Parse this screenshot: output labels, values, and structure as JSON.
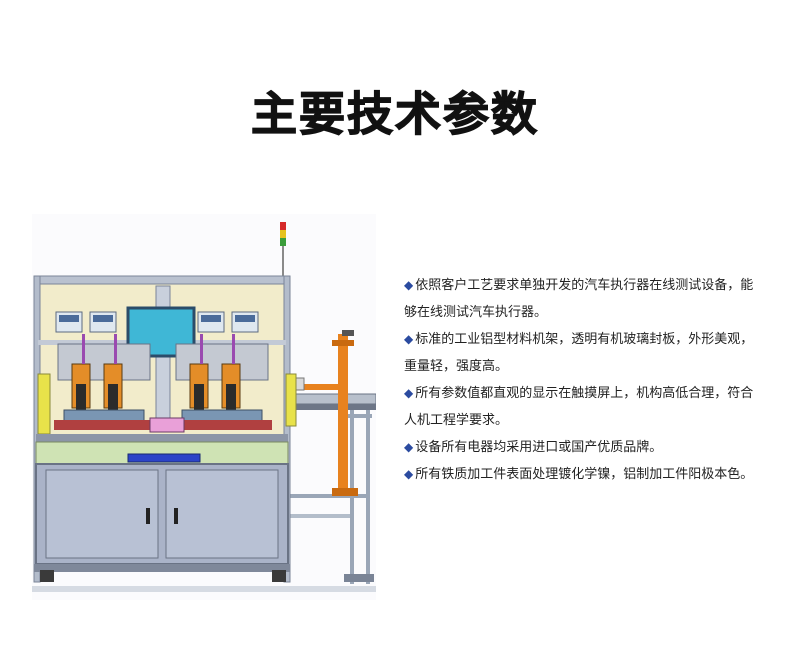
{
  "title": "主要技术参数",
  "bullet": "◆",
  "colors": {
    "bullet": "#2b4ba0",
    "title": "#111111",
    "frame": "#9aa7bb",
    "panel_back": "#f2eccb",
    "cabinet": "#aab3c8",
    "control_band": "#cfe3b4",
    "screen": "#3fb7d6",
    "arm": "#e8821e",
    "stand_frame": "#9aa6b7"
  },
  "icons": {
    "machine": "machine-illustration",
    "feature_bullet": "diamond-icon"
  },
  "features": [
    "依照客户工艺要求单独开发的汽车执行器在线测试设备，能够在线测试汽车执行器。",
    "标准的工业铝型材料机架，透明有机玻璃封板，外形美观，重量轻，强度高。",
    "所有参数值都直观的显示在触摸屏上，机构高低合理，符合人机工程学要求。",
    "设备所有电器均采用进口或国产优质品牌。",
    "所有铁质加工件表面处理镀化学镍，铝制加工件阳极本色。"
  ]
}
